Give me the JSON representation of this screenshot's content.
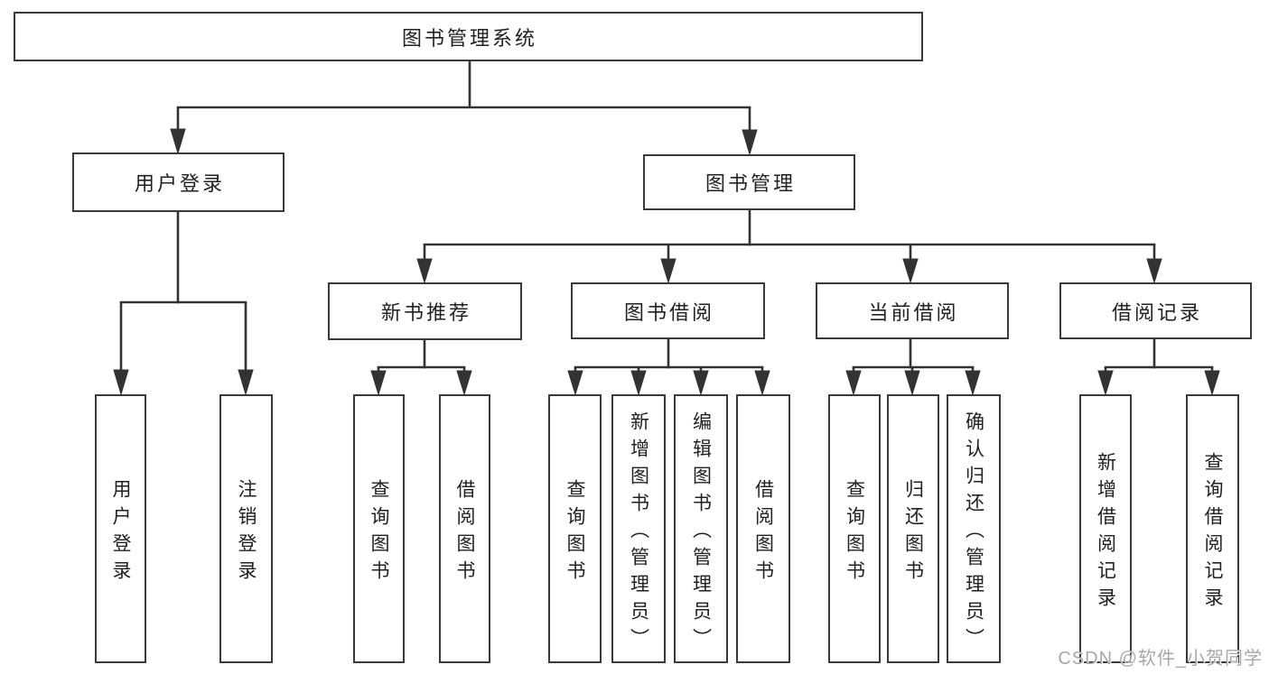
{
  "colors": {
    "line": "#333333",
    "box_border": "#3a3a3a",
    "text": "#212121",
    "watermark": "#a8a8a8",
    "background": "#ffffff"
  },
  "watermark": {
    "text": "CSDN @软件_小贺同学"
  },
  "tree": {
    "root": {
      "label": "图书管理系统",
      "children": [
        {
          "label": "用户登录",
          "children": [
            {
              "label": "用户登录"
            },
            {
              "label": "注销登录"
            }
          ]
        },
        {
          "label": "图书管理",
          "children": [
            {
              "label": "新书推荐",
              "children": [
                {
                  "label": "查询图书"
                },
                {
                  "label": "借阅图书"
                }
              ]
            },
            {
              "label": "图书借阅",
              "children": [
                {
                  "label": "查询图书"
                },
                {
                  "label": "新增图书（管理员）"
                },
                {
                  "label": "编辑图书（管理员）"
                },
                {
                  "label": "借阅图书"
                }
              ]
            },
            {
              "label": "当前借阅",
              "children": [
                {
                  "label": "查询图书"
                },
                {
                  "label": "归还图书"
                },
                {
                  "label": "确认归还（管理员）"
                }
              ]
            },
            {
              "label": "借阅记录",
              "children": [
                {
                  "label": "新增借阅记录"
                },
                {
                  "label": "查询借阅记录"
                }
              ]
            }
          ]
        }
      ]
    }
  }
}
